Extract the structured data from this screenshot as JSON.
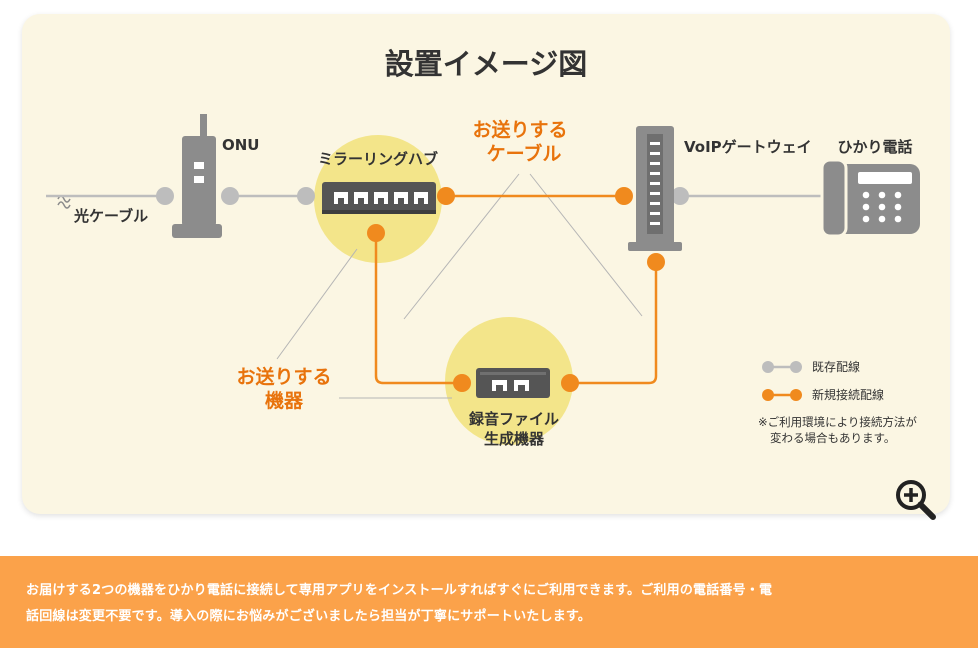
{
  "diagram": {
    "title": "設置イメージ図",
    "labels": {
      "fiber_cable": "光ケーブル",
      "onu": "ONU",
      "mirroring_hub": "ミラーリングハブ",
      "cable_line1": "お送りする",
      "cable_line2": "ケーブル",
      "voip_gateway": "VoIPゲートウェイ",
      "hikari_phone": "ひかり電話",
      "device_line1": "お送りする",
      "device_line2": "機器",
      "recorder_line1": "録音ファイル",
      "recorder_line2": "生成機器"
    },
    "legend": {
      "existing": "既存配線",
      "new": "新規接続配線",
      "note_line1": "※ご利用環境により接続方法が",
      "note_line2": "変わる場合もあります。"
    },
    "colors": {
      "card_bg": "#fbf6e3",
      "existing_line": "#bdbdbd",
      "new_line": "#f08a1e",
      "device_gray": "#8c8c8c",
      "highlight_circle": "#f3e58a",
      "banner_bg": "#fba24a"
    },
    "icons": {
      "zoom": "zoom-in-icon"
    }
  },
  "banner": {
    "line1": "お届けする2つの機器をひかり電話に接続して専用アプリをインストールすればすぐにご利用できます。ご利用の電話番号・電",
    "line2": "話回線は変更不要です。導入の際にお悩みがございましたら担当が丁寧にサポートいたします。"
  }
}
